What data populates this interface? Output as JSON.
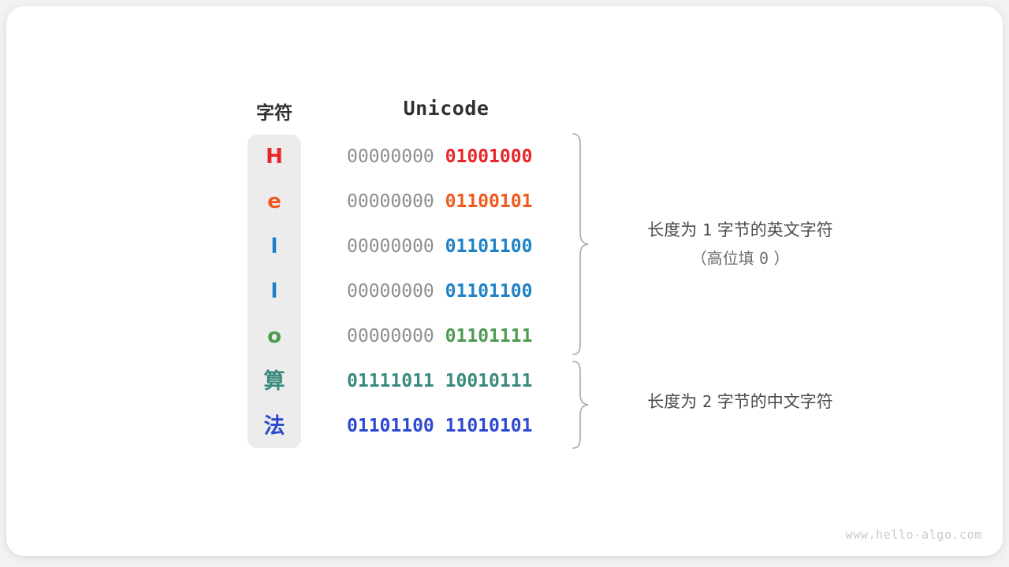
{
  "figure": {
    "watermark": "www.hello-algo.com",
    "headers": {
      "char": "字符",
      "unicode": "Unicode"
    },
    "colors": {
      "red": "#e8262a",
      "orange": "#f05a1e",
      "blue": "#1f82c8",
      "green": "#4e9a51",
      "teal": "#3a8a7d",
      "indigo": "#2c49d0",
      "gray": "#8e8e8e",
      "panel": "#ececec",
      "card": "#ffffff",
      "page": "#f2f2f2",
      "text": "#2f2f2f",
      "annotation": "#4b4b4b",
      "brace": "#a8a8a8",
      "watermark": "#c9c9c9"
    },
    "rows": [
      {
        "char": "H",
        "color": "#e8262a",
        "high_byte": "00000000",
        "low_byte": "01001000",
        "high_filled": false,
        "cjk": false
      },
      {
        "char": "e",
        "color": "#f05a1e",
        "high_byte": "00000000",
        "low_byte": "01100101",
        "high_filled": false,
        "cjk": false
      },
      {
        "char": "l",
        "color": "#1f82c8",
        "high_byte": "00000000",
        "low_byte": "01101100",
        "high_filled": false,
        "cjk": false
      },
      {
        "char": "l",
        "color": "#1f82c8",
        "high_byte": "00000000",
        "low_byte": "01101100",
        "high_filled": false,
        "cjk": false
      },
      {
        "char": "o",
        "color": "#4e9a51",
        "high_byte": "00000000",
        "low_byte": "01101111",
        "high_filled": false,
        "cjk": false
      },
      {
        "char": "算",
        "color": "#3a8a7d",
        "high_byte": "01111011",
        "low_byte": "10010111",
        "high_filled": true,
        "cjk": true
      },
      {
        "char": "法",
        "color": "#2c49d0",
        "high_byte": "01101100",
        "low_byte": "11010101",
        "high_filled": true,
        "cjk": true
      }
    ],
    "annotations": [
      {
        "prefix": "长度为",
        "number": "1",
        "suffix": "字节的英文字符",
        "sub_prefix": "（高位填",
        "sub_number": "0",
        "sub_suffix": "）"
      },
      {
        "prefix": "长度为",
        "number": "2",
        "suffix": "字节的中文字符"
      }
    ]
  }
}
